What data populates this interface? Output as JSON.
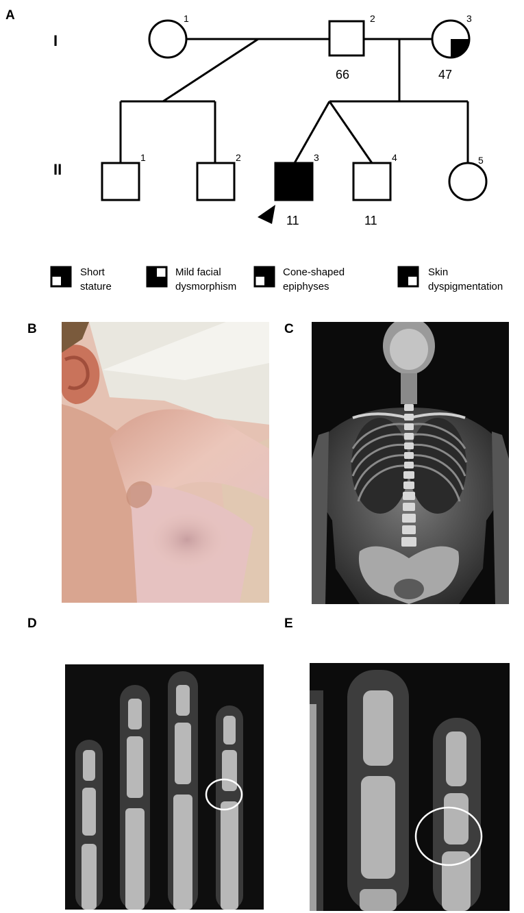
{
  "panels": {
    "a": "A",
    "b": "B",
    "c": "C",
    "d": "D",
    "e": "E"
  },
  "pedigree": {
    "generations": [
      "I",
      "II"
    ],
    "gen1": [
      {
        "id": "1",
        "sex": "female",
        "age": ""
      },
      {
        "id": "2",
        "sex": "male",
        "age": "66"
      },
      {
        "id": "3",
        "sex": "female",
        "age": "47",
        "traits": [
          "Short stature"
        ]
      }
    ],
    "gen2": [
      {
        "id": "1",
        "sex": "male",
        "age": ""
      },
      {
        "id": "2",
        "sex": "male",
        "age": ""
      },
      {
        "id": "3",
        "sex": "male",
        "age": "11",
        "proband": true,
        "traits": [
          "Short stature",
          "Mild facial dysmorphism",
          "Cone-shaped epiphyses",
          "Skin dyspigmentation"
        ]
      },
      {
        "id": "4",
        "sex": "male",
        "age": "11"
      },
      {
        "id": "5",
        "sex": "female",
        "age": ""
      }
    ]
  },
  "legend": [
    {
      "line1": "Short",
      "line2": "stature",
      "quadrant": "bottom-right"
    },
    {
      "line1": "Mild facial",
      "line2": "dysmorphism",
      "quadrant": "top-left"
    },
    {
      "line1": "Cone-shaped",
      "line2": "epiphyses",
      "quadrant": "top-right"
    },
    {
      "line1": "Skin",
      "line2": "dyspigmentation",
      "quadrant": "bottom-left"
    }
  ],
  "colors": {
    "affected": "#000000",
    "xray_background": "#0b0b0b",
    "skin": "#e9c3b6"
  }
}
